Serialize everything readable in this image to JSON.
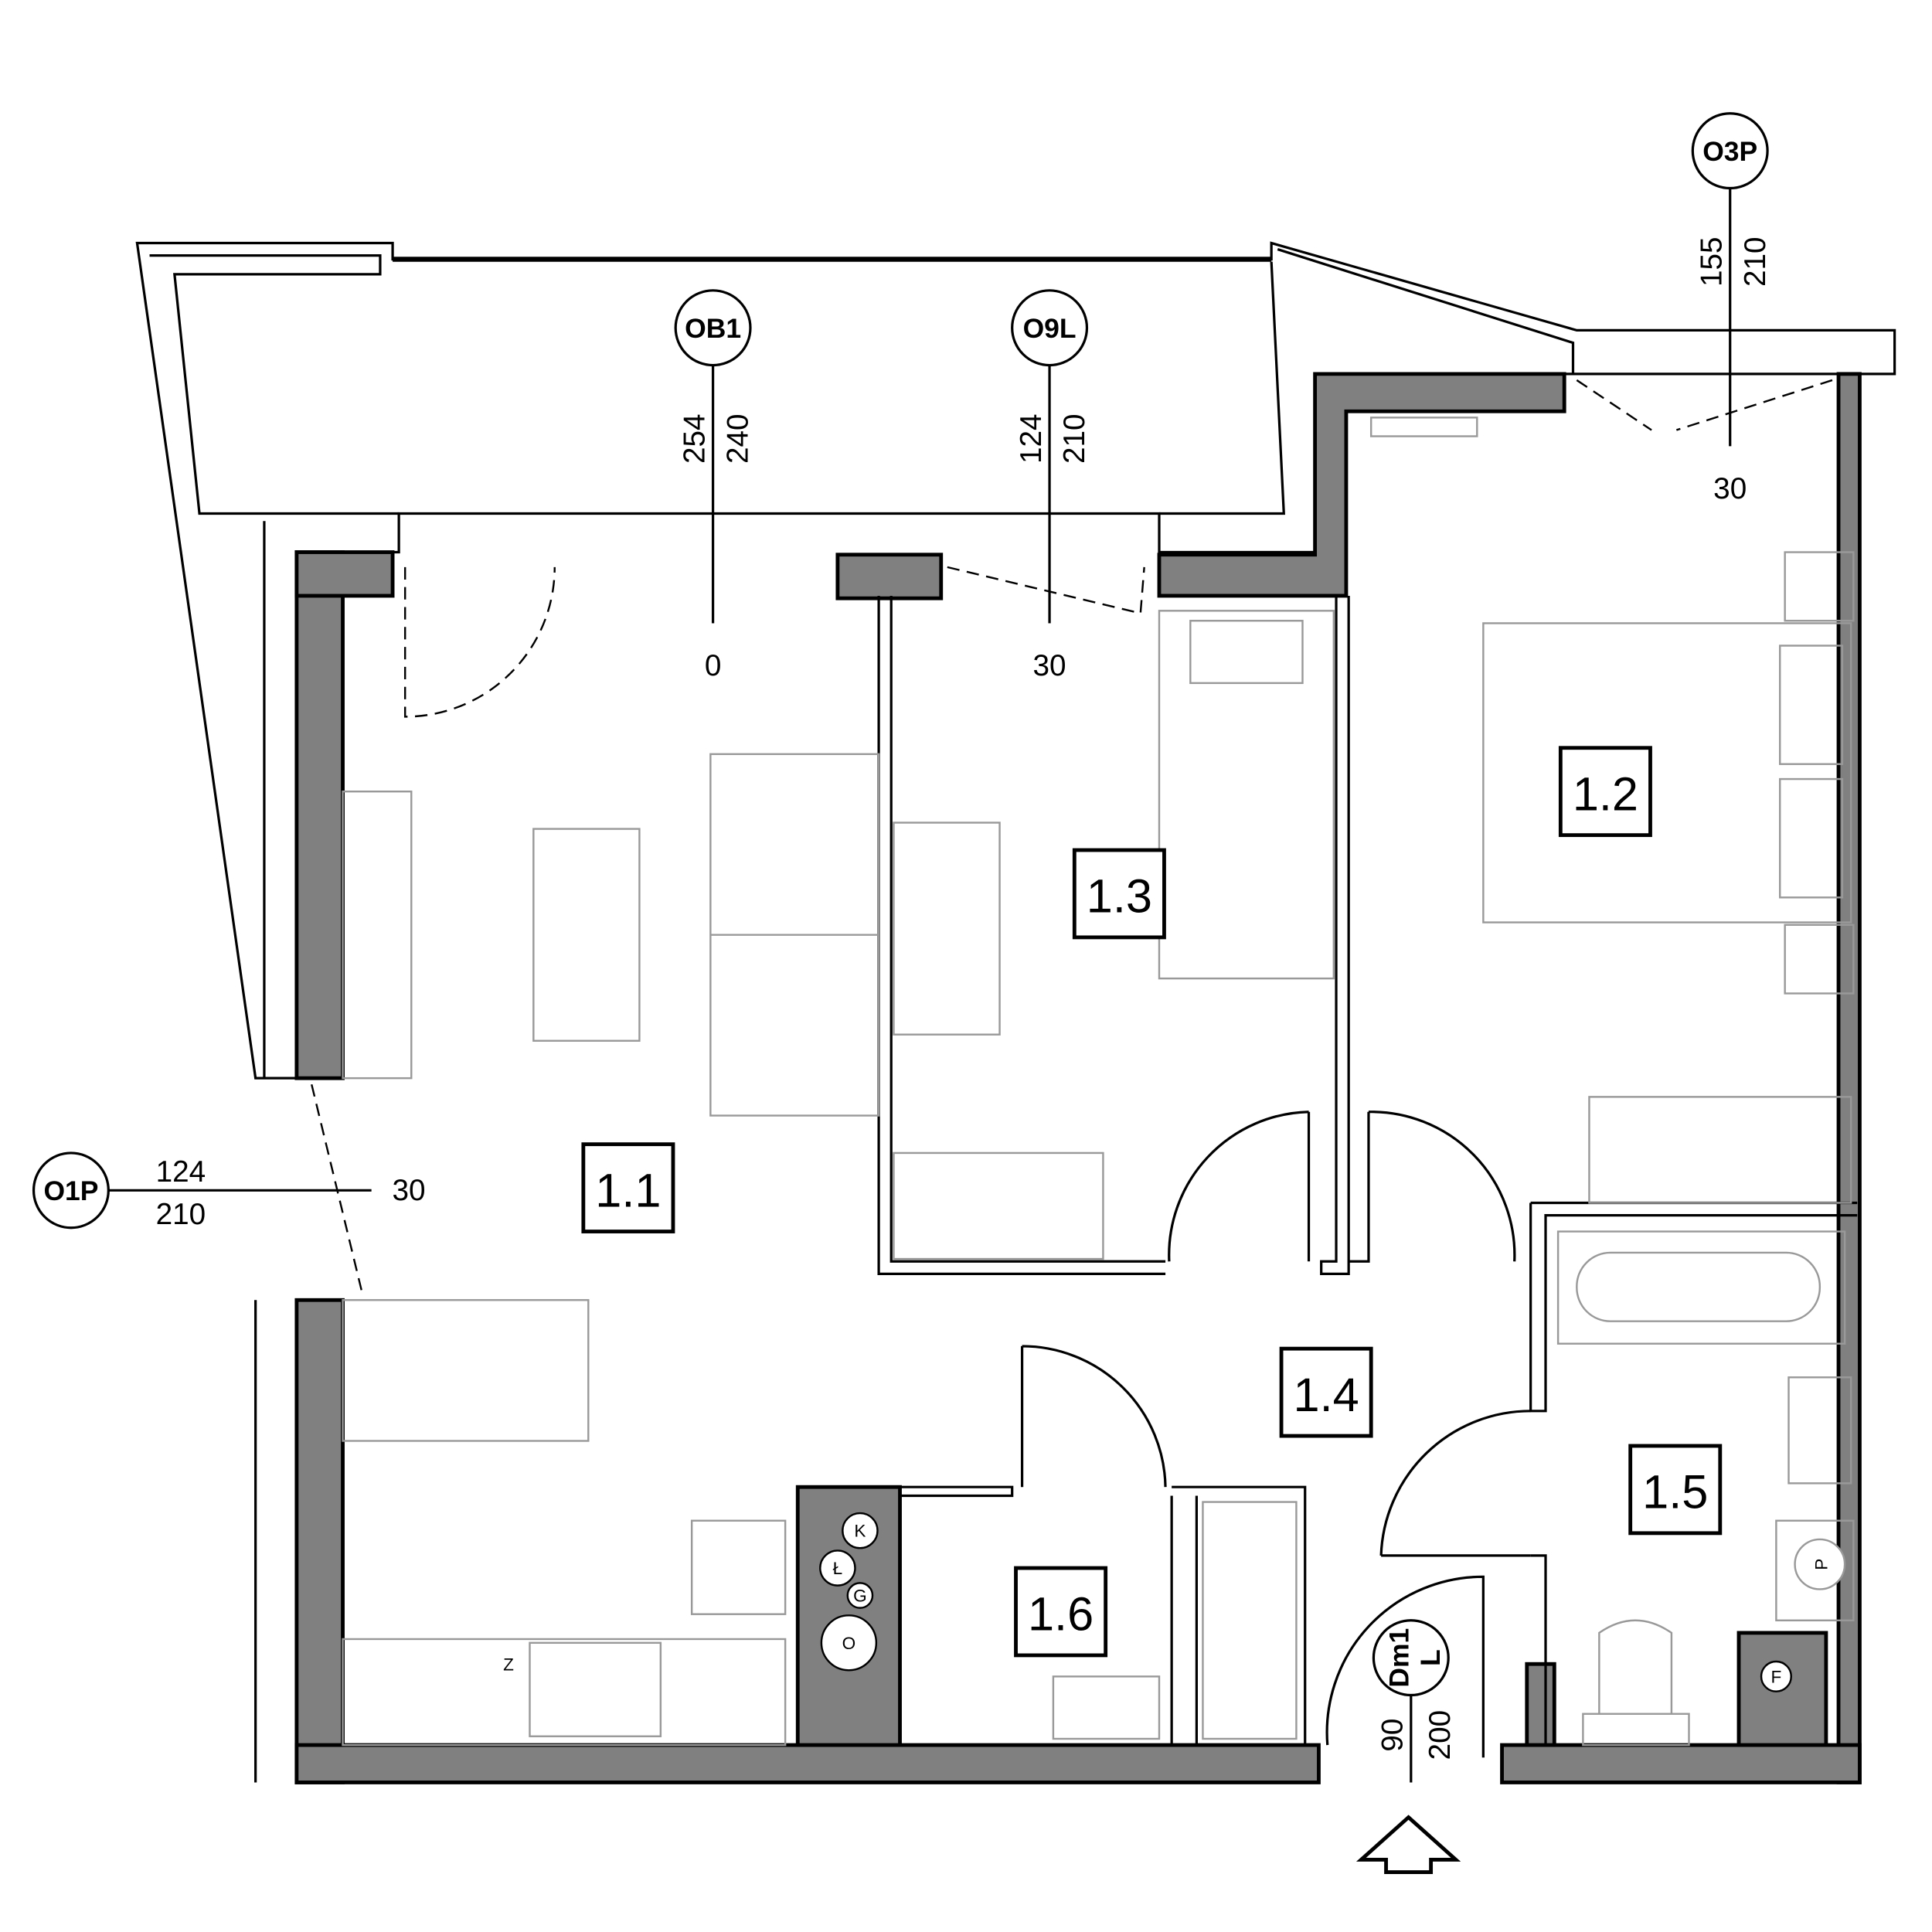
{
  "rooms": [
    {
      "id": "1.1"
    },
    {
      "id": "1.2"
    },
    {
      "id": "1.3"
    },
    {
      "id": "1.4"
    },
    {
      "id": "1.5"
    },
    {
      "id": "1.6"
    }
  ],
  "openings": {
    "ob1": {
      "tag": "OB1",
      "width": "254",
      "height": "240",
      "sill": "0"
    },
    "o9l": {
      "tag": "O9L",
      "width": "124",
      "height": "210",
      "sill": "30"
    },
    "o3p": {
      "tag": "O3P",
      "width": "155",
      "height": "210",
      "sill": "30"
    },
    "o1p": {
      "tag": "O1P",
      "width": "124",
      "height": "210",
      "sill": "30"
    },
    "dm1": {
      "tag": "Dm1",
      "side": "L",
      "width": "90",
      "height": "200"
    }
  },
  "fixtures": {
    "k": "K",
    "l": "Ł",
    "g": "G",
    "o": "O",
    "p": "P",
    "z": "Z",
    "f": "F"
  },
  "colors": {
    "wall": "#808080",
    "line": "#000000",
    "furniture": "#999999"
  }
}
